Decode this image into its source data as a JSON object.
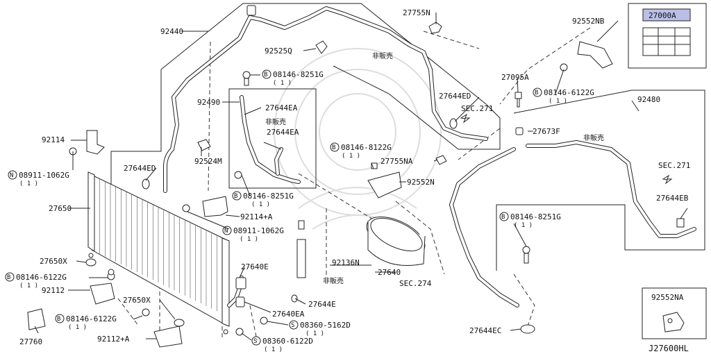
{
  "diagram_ref": "J27600HL",
  "labels": {
    "p92440": "92440",
    "p27755N": "27755N",
    "p92552NB": "92552NB",
    "p27000A": "27000A",
    "p92525Q": "92525Q",
    "hibaibai1": "非販売",
    "b8251g_top": "08146-8251G",
    "b8251g_top_q": "( 1 )",
    "p92490": "92490",
    "p27644EA_1": "27644EA",
    "hibaibai2": "非販売",
    "p27644EA_2": "27644EA",
    "p27095A": "27095A",
    "b6122g_right": "08146-6122G",
    "b6122g_right_q": "( 1 )",
    "p27644ED_1": "27644ED",
    "sec271_top": "SEC.271",
    "p92480": "92480",
    "p27673F": "27673F",
    "hibaibai3": "非販売",
    "p92114": "92114",
    "n1062g_left": "08911-1062G",
    "n1062g_left_q": "( 1 )",
    "p27644ED_2": "27644ED",
    "p92524M": "92524M",
    "b8122g": "08146-8122G",
    "b8122g_q": "( 1 )",
    "p27755NA": "27755NA",
    "sec271_right": "SEC.271",
    "b8251g_mid": "08146-8251G",
    "b8251g_mid_q": "( 1 )",
    "p92552N": "92552N",
    "p27650": "27650",
    "p92114A": "92114+A",
    "n1062g_mid": "08911-1062G",
    "n1062g_mid_q": "( 1 )",
    "p27644EB": "27644EB",
    "b8251g_right": "08146-8251G",
    "b8251g_right_q": "( 1 )",
    "p27650X_1": "27650X",
    "p92136N": "92136N",
    "p27640E": "27640E",
    "p27640": "27640",
    "hibaibai4": "非販売",
    "sec274": "SEC.274",
    "b6122g_left": "08146-6122G",
    "b6122g_left_q": "( 1 )",
    "p92112": "92112",
    "p27650X_2": "27650X",
    "p27644E": "27644E",
    "p27640EA": "27640EA",
    "b6122g_bottom": "08146-6122G",
    "b6122g_bottom_q": "( 1 )",
    "s5162d": "08360-5162D",
    "s5162d_q": "( 1 )",
    "p92552NA": "92552NA",
    "p27760": "27760",
    "p92112A": "92112+A",
    "s6122d": "08360-6122D",
    "s6122d_q": "( 1 )",
    "p27644EC": "27644EC"
  },
  "symbols": {
    "bolt_mark": "B",
    "nut_mark": "N",
    "screw_mark": "S"
  },
  "colors": {
    "highlight": "#b9bfe6",
    "ink": "#222222"
  }
}
